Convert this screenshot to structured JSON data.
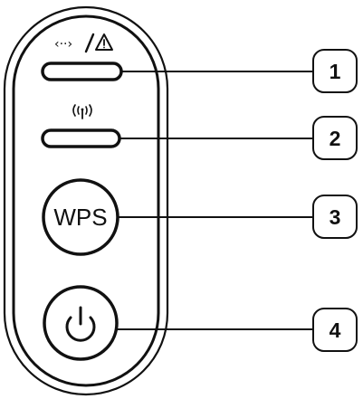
{
  "panel": {
    "name": "printer-control-panel",
    "colors": {
      "stroke": "#111111",
      "background": "#ffffff"
    }
  },
  "indicators": {
    "status_led": {
      "icon": "network-error-warning-icon"
    },
    "wireless_led": {
      "icon": "wireless-signal-icon"
    }
  },
  "buttons": {
    "wps": {
      "label": "WPS"
    },
    "power": {
      "icon": "power-icon"
    }
  },
  "callouts": [
    {
      "number": "1"
    },
    {
      "number": "2"
    },
    {
      "number": "3"
    },
    {
      "number": "4"
    }
  ]
}
